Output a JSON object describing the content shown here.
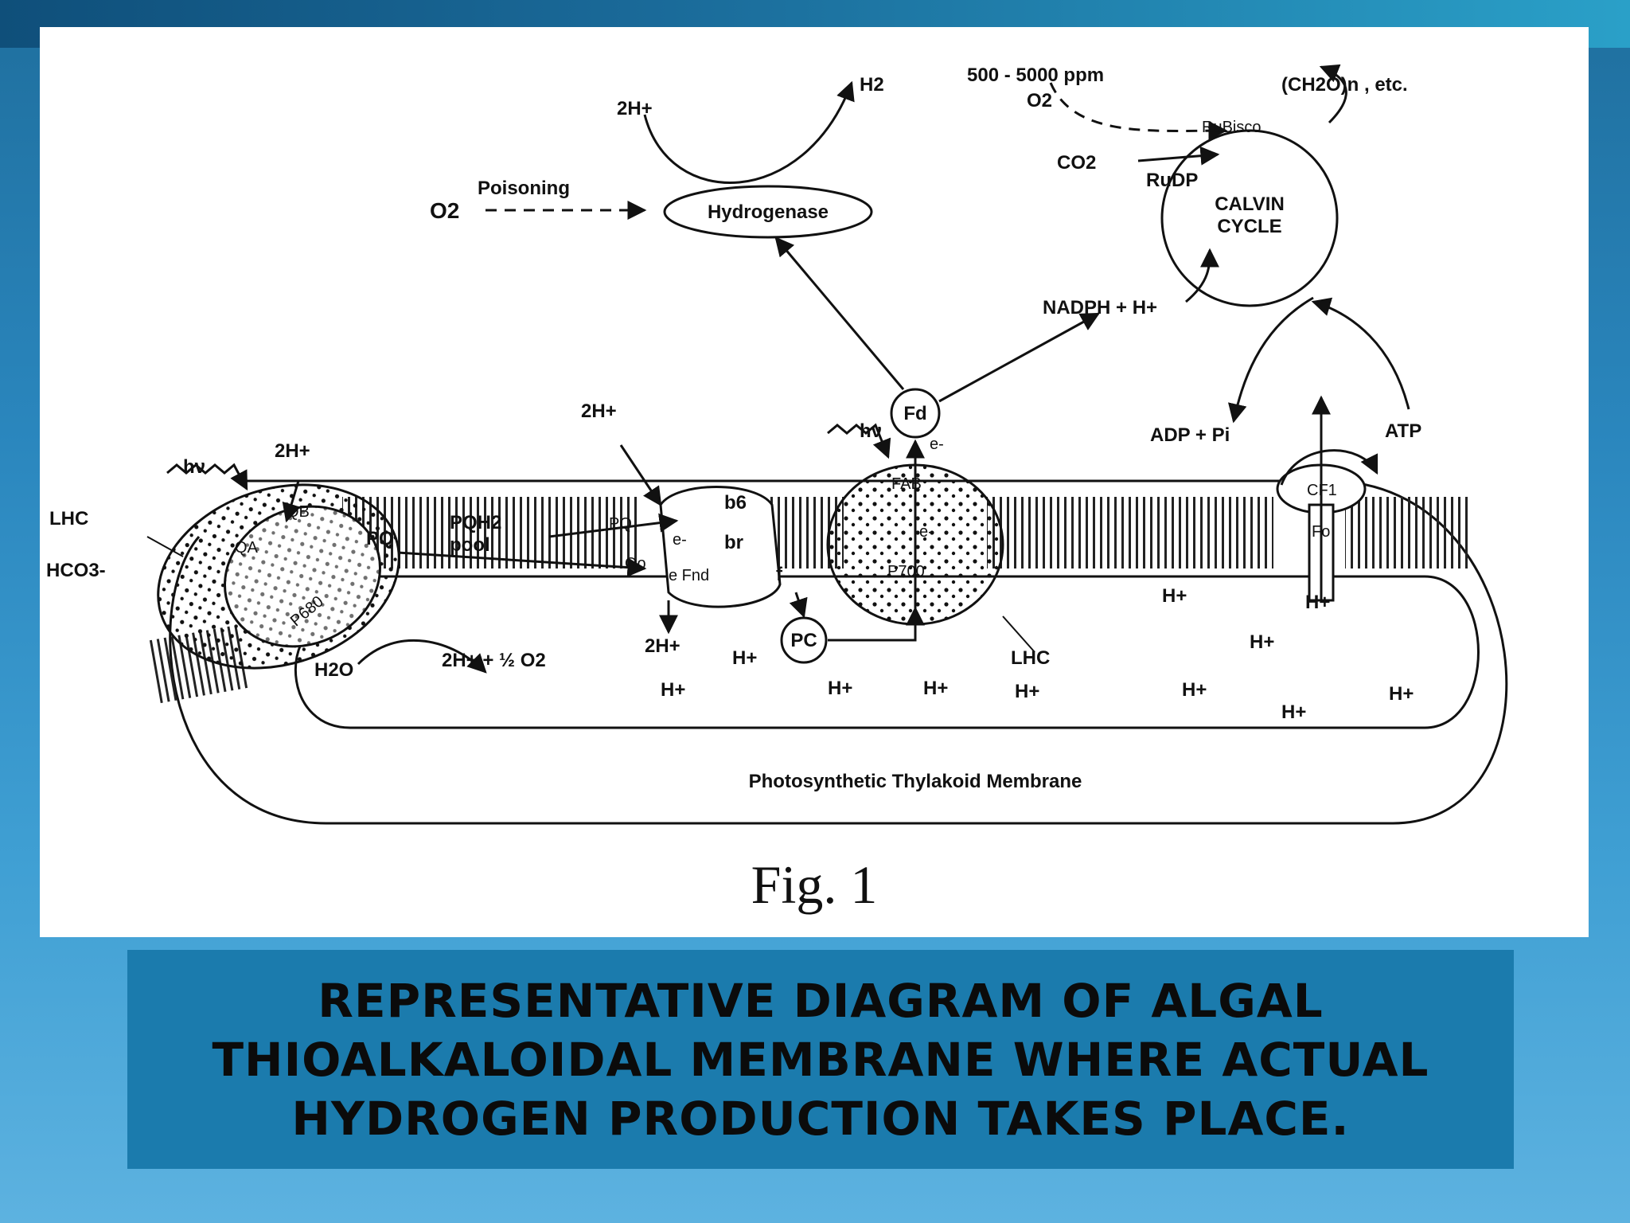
{
  "figure": {
    "fig_label": "Fig. 1",
    "membrane_title": "Photosynthetic Thylakoid Membrane",
    "labels": {
      "o2_ppm": "500 - 5000 ppm",
      "o2_top": "O2",
      "ch2o": "(CH2O)n , etc.",
      "rubisco": "RuBisco",
      "co2": "CO2",
      "rudp": "RuDP",
      "calvin": "CALVIN",
      "cycle": "CYCLE",
      "nadph": "NADPH + H+",
      "h2": "H2",
      "two_h_top": "2H+",
      "o2_left": "O2",
      "poisoning": "Poisoning",
      "hydrogenase": "Hydrogenase",
      "fd": "Fd",
      "adp_pi": "ADP + Pi",
      "atp": "ATP",
      "cf1": "CF1",
      "fo": "Fo",
      "lhc_left": "LHC",
      "hco3": "HCO3-",
      "hv_left": "hν",
      "two_h_psii": "2H+",
      "qa": "QA",
      "qb": "QB",
      "pqh2": "PQH2",
      "pool": "pool",
      "pq": "PQ",
      "p680": "P680",
      "h2o": "H2O",
      "water_split": "2H+ + ½ O2",
      "two_h_cyt": "2H+",
      "pq_cyt": "PQ",
      "qo": "Qo",
      "b6": "b6",
      "b_lower": "br",
      "e_minus": "e-",
      "e_fnd": "e Fnd",
      "f": "f",
      "two_h_bottom": "2H+",
      "pc": "PC",
      "hv_psi": "hν",
      "fab": "FAB",
      "e_psi": "e-",
      "e_top": "e-",
      "p700": "P700",
      "lhc_right": "LHC",
      "h_plus": "H+"
    }
  },
  "caption": {
    "line1": "REPRESENTATIVE  DIAGRAM OF ALGAL",
    "line2": "THIOALKALOIDAL MEMBRANE WHERE ACTUAL",
    "line3": "HYDROGEN  PRODUCTION TAKES PLACE."
  }
}
